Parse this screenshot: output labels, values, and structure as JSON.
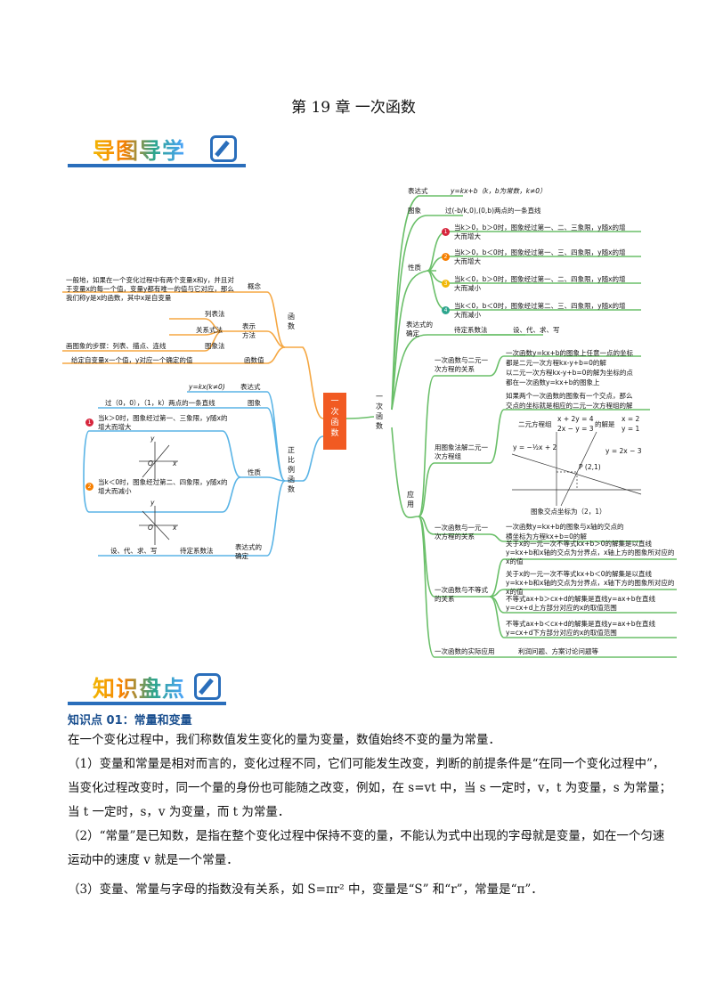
{
  "page_title": "第 19 章  一次函数",
  "banner1": "导图导学",
  "banner2": "知识盘点",
  "mindmap": {
    "center": "一\n次\n函\n数",
    "right_root": "一\n次\n函\n数",
    "expr_label": "表达式",
    "expr_value": "y=kx+b（k，b为常数，k≠0）",
    "image_label": "图象",
    "image_value": "过(-b/k,0),(0,b)两点的一条直线",
    "prop_label": "性质",
    "props": [
      "当k＞0，b＞0时，图象经过第一、二、三象限，y随x的增大而增大",
      "当k＞0，b＜0时，图象经过第一、三、四象限，y随x的增大而增大",
      "当k＜0，b＞0时，图象经过第一、二、四象限，y随x的增大而减小",
      "当k＜0，b＜0时，图象经过第二、三、四象限，y随x的增大而减小"
    ],
    "expr_determine_label": "表达式的确定",
    "undetermined_method": "待定系数法",
    "set_sub_solve_write": "设、代、求、写",
    "apply_label": "应\n用",
    "app1_label": "一次函数与二元一次方程的关系",
    "app1_lines": [
      "一次函数y=kx+b的图象上任意一点的坐标",
      "都是二元一次方程kx-y+b=0的解",
      "以二元一次方程kx-y+b=0的解为坐标的点",
      "都在一次函数y=kx+b的图象上"
    ],
    "app2_label": "用图象法解二元一次方程组",
    "app2_lines": [
      "如果两个一次函数的图象有一个交点，那么",
      "交点的坐标就是相应的二元一次方程组的解"
    ],
    "system_text": "二元方程组",
    "system_eq1": "x + 2y = 4",
    "system_eq2": "2x − y = 3",
    "solution_text": "的解是",
    "sol1": "x = 2",
    "sol2": "y = 1",
    "graph_eq1": "y = −½x + 2",
    "graph_eq2": "y = 2x − 3",
    "graph_point": "P (2,1)",
    "graph_caption": "图象交点坐标为（2，1）",
    "app3_label": "一次函数与一元一次方程的关系",
    "app3_lines": [
      "一次函数y=kx+b的图象与x轴的交点的",
      "横坐标为方程kx+b=0的解"
    ],
    "app4_label": "一次函数与不等式的关系",
    "app4_items": [
      "关于x的一元一次不等式kx+b＞0的解集是以直线y=kx+b和x轴的交点为分界点，x轴上方的图象所对应的x的值",
      "关于x的一元一次不等式kx+b＜0的解集是以直线y=kx+b和x轴的交点为分界点，x轴下方的图象所对应的x的值",
      "不等式ax+b＞cx+d的解集是直线y=ax+b在直线y=cx+d上方部分对应的x的取值范围",
      "不等式ax+b＜cx+d的解集是直线y=ax+b在直线y=cx+d下方部分对应的x的取值范围"
    ],
    "app5_label": "一次函数的实际应用",
    "app5_value": "利润问题、方案讨论问题等",
    "func_label": "函\n数",
    "concept_label": "概念",
    "concept_text": "一般地，如果在一个变化过程中有两个变量x和y，并且对于变量x的每一个值，变量y都有唯一的值与它对应，那么我们称y是x的函数，其中x是自变量",
    "repr_label": "表示方法",
    "repr_items": [
      "列表法",
      "关系式法",
      "图象法"
    ],
    "graph_steps": "画图象的步骤：列表、描点、连线",
    "func_value_label": "函数值",
    "func_value_text": "给定自变量x一个值，y对应一个确定的值",
    "prop_func_label": "正\n比\n例\n函\n数",
    "pf_expr_label": "表达式",
    "pf_expr_value": "y=kx(k≠0)",
    "pf_image_label": "图象",
    "pf_image_value": "过（0，0），（1，k）两点的一条直线",
    "pf_prop_label": "性质",
    "pf_props": [
      "当k＞0时，图象经过第一、三象限，y随x的增大而增大",
      "当k＜0时，图象经过第二、四象限，y随x的增大而减小"
    ],
    "pf_determine_label": "表达式的确定",
    "pf_method": "待定系数法",
    "pf_steps": "设、代、求、写",
    "axis_x": "x",
    "axis_y": "y",
    "axis_o": "O",
    "circle_nums": [
      "1",
      "2",
      "3",
      "4"
    ]
  },
  "knowledge": {
    "heading": "知识点 01：常量和变量",
    "p1": "在一个变化过程中，我们称数值发生变化的量为变量，数值始终不变的量为常量．",
    "p2": "（1）变量和常量是相对而言的，变化过程不同，它们可能发生改变，判断的前提条件是“在同一个变化过程中”，当变化过程改变时，同一个量的身份也可能随之改变，例如，在 s=vt 中，当 s 一定时，v，t 为变量，s 为常量；当 t 一定时，s，v 为变量，而 t 为常量．",
    "p3": "（2）“常量”是已知数，是指在整个变化过程中保持不变的量，不能认为式中出现的字母就是变量，如在一个匀速运动中的速度 v 就是一个常量．",
    "p4": "（3）变量、常量与字母的指数没有关系，如 S=πr² 中，变量是“S” 和“r”，常量是“π”．"
  }
}
